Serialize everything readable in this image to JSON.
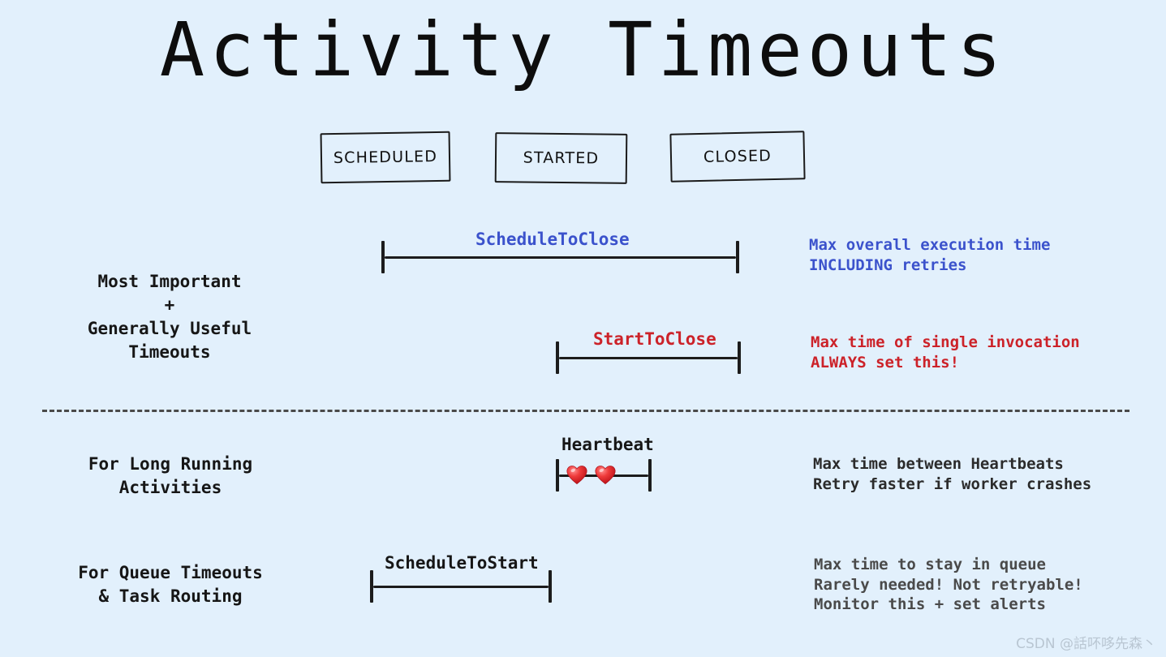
{
  "slide": {
    "title": "Activity Timeouts",
    "background_color": "#e2f0fc",
    "watermark": "CSDN @話吥哆先森丶"
  },
  "states": [
    {
      "label": "SCHEDULED"
    },
    {
      "label": "STARTED"
    },
    {
      "label": "CLOSED"
    }
  ],
  "group_labels": [
    {
      "text": "Most Important\n+\nGenerally Useful\nTimeouts"
    },
    {
      "text": "For Long Running\nActivities"
    },
    {
      "text": "For Queue Timeouts\n& Task Routing"
    }
  ],
  "timeouts": [
    {
      "name": "ScheduleToClose",
      "label_color": "#3b52cc",
      "note": "Max overall execution time\nINCLUDING retries",
      "note_color": "#3b52cc"
    },
    {
      "name": "StartToClose",
      "label_color": "#cc2229",
      "note": "Max time of single invocation\nALWAYS set this!",
      "note_color": "#cc2229"
    },
    {
      "name": "Heartbeat",
      "label_color": "#161616",
      "note": "Max time between Heartbeats\nRetry faster if worker crashes",
      "note_color": "#2b2b2b",
      "icons": [
        "heart-icon",
        "heart-icon"
      ]
    },
    {
      "name": "ScheduleToStart",
      "label_color": "#161616",
      "note": "Max time to stay in queue\nRarely needed! Not retryable!\nMonitor this + set alerts",
      "note_color": "#4a4a4a"
    }
  ]
}
